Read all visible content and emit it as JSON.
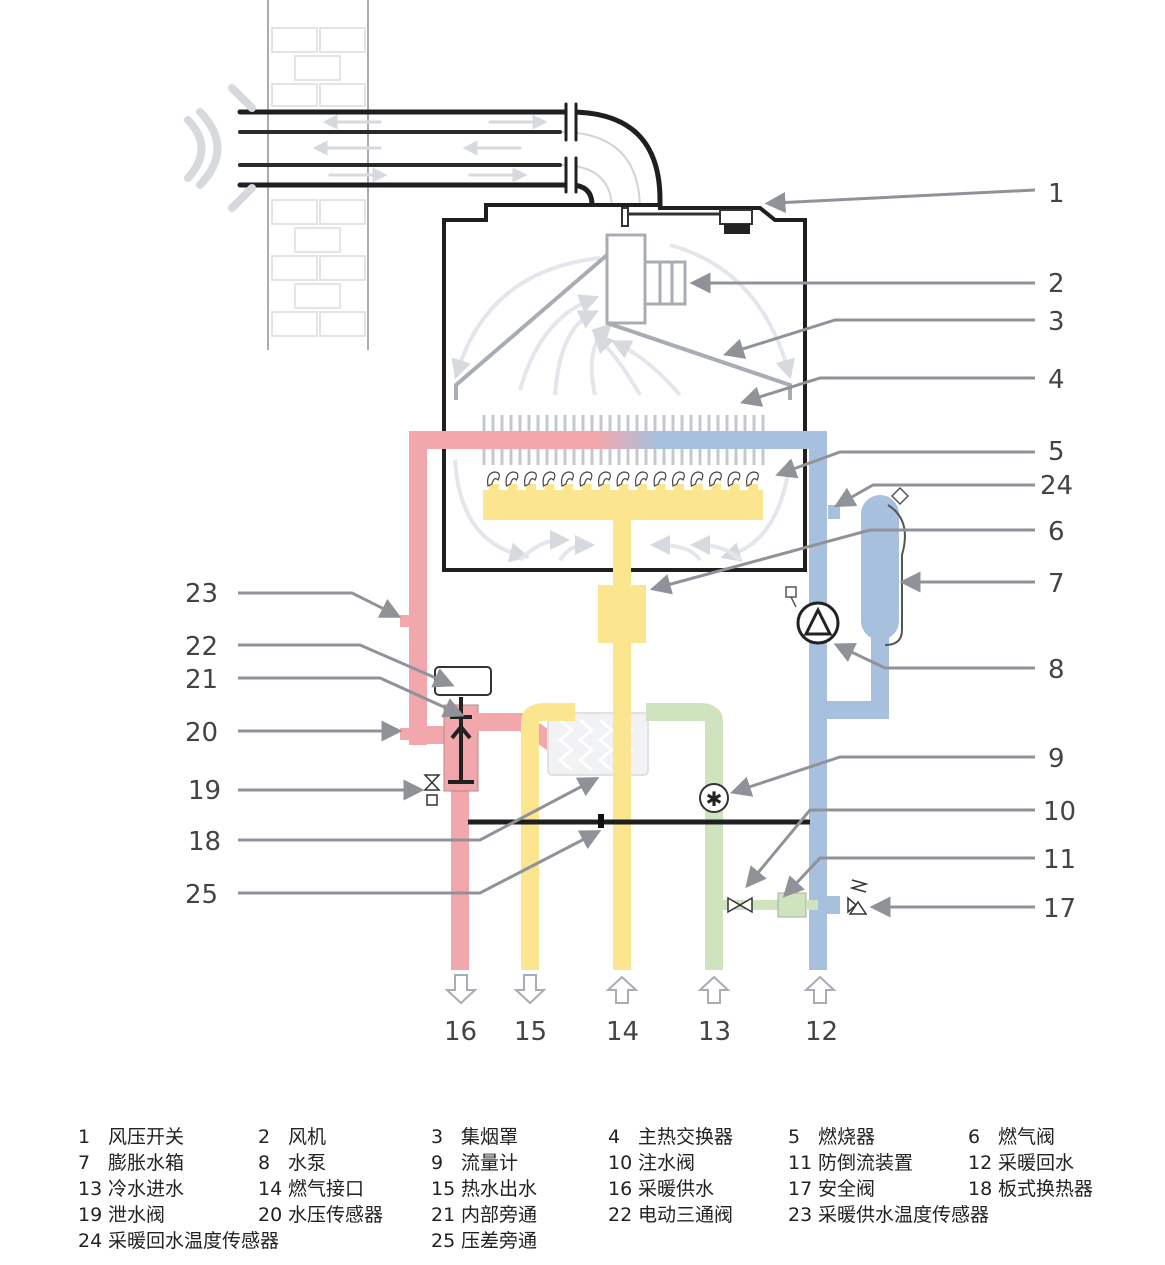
{
  "callouts": {
    "c1": "1",
    "c2": "2",
    "c3": "3",
    "c4": "4",
    "c5": "5",
    "c24": "24",
    "c6": "6",
    "c7": "7",
    "c8": "8",
    "c9": "9",
    "c10": "10",
    "c11": "11",
    "c17": "17",
    "c23": "23",
    "c22": "22",
    "c21": "21",
    "c20": "20",
    "c19": "19",
    "c18": "18",
    "c25": "25"
  },
  "ports": {
    "p16": "16",
    "p15": "15",
    "p14": "14",
    "p13": "13",
    "p12": "12"
  },
  "legend": [
    {
      "num": "1",
      "label": "风压开关"
    },
    {
      "num": "2",
      "label": "风机"
    },
    {
      "num": "3",
      "label": "集烟罩"
    },
    {
      "num": "4",
      "label": "主热交换器"
    },
    {
      "num": "5",
      "label": "燃烧器"
    },
    {
      "num": "6",
      "label": "燃气阀"
    },
    {
      "num": "7",
      "label": "膨胀水箱"
    },
    {
      "num": "8",
      "label": "水泵"
    },
    {
      "num": "9",
      "label": "流量计"
    },
    {
      "num": "10",
      "label": "注水阀"
    },
    {
      "num": "11",
      "label": "防倒流装置"
    },
    {
      "num": "12",
      "label": "采暖回水"
    },
    {
      "num": "13",
      "label": "冷水进水"
    },
    {
      "num": "14",
      "label": "燃气接口"
    },
    {
      "num": "15",
      "label": "热水出水"
    },
    {
      "num": "16",
      "label": "采暖供水"
    },
    {
      "num": "17",
      "label": "安全阀"
    },
    {
      "num": "18",
      "label": "板式换热器"
    },
    {
      "num": "19",
      "label": "泄水阀"
    },
    {
      "num": "20",
      "label": "水压传感器"
    },
    {
      "num": "21",
      "label": "内部旁通"
    },
    {
      "num": "22",
      "label": "电动三通阀"
    },
    {
      "num": "23",
      "label": "采暖供水温度传感器"
    },
    {
      "num": "24",
      "label": "采暖回水温度传感器"
    },
    {
      "num": "25",
      "label": "压差旁通"
    }
  ],
  "colors": {
    "supply": "#f2a7ad",
    "return": "#a7c0de",
    "gas": "#fbe58f",
    "cold": "#cfe3bf",
    "frame": "#222222",
    "leader": "#8f9399"
  }
}
